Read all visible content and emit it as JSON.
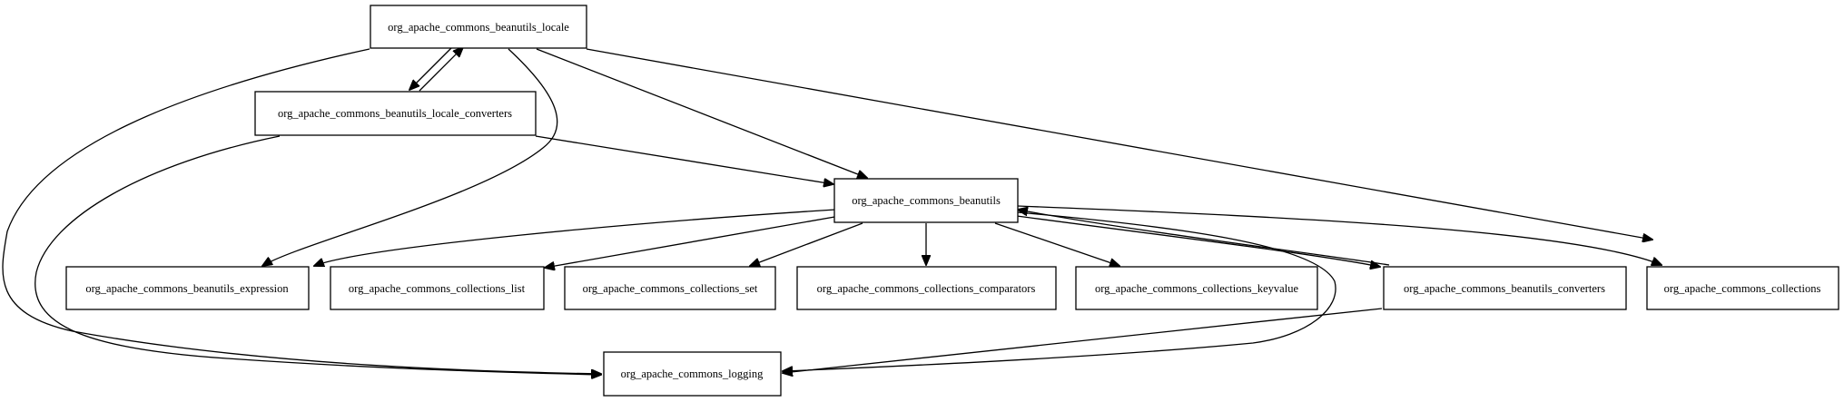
{
  "diagram": {
    "nodes": [
      {
        "id": "locale",
        "label": "org_apache_commons_beanutils_locale"
      },
      {
        "id": "locale_converters",
        "label": "org_apache_commons_beanutils_locale_converters"
      },
      {
        "id": "beanutils",
        "label": "org_apache_commons_beanutils"
      },
      {
        "id": "expression",
        "label": "org_apache_commons_beanutils_expression"
      },
      {
        "id": "list",
        "label": "org_apache_commons_collections_list"
      },
      {
        "id": "set",
        "label": "org_apache_commons_collections_set"
      },
      {
        "id": "comparators",
        "label": "org_apache_commons_collections_comparators"
      },
      {
        "id": "keyvalue",
        "label": "org_apache_commons_collections_keyvalue"
      },
      {
        "id": "converters",
        "label": "org_apache_commons_beanutils_converters"
      },
      {
        "id": "collections",
        "label": "org_apache_commons_collections"
      },
      {
        "id": "logging",
        "label": "org_apache_commons_logging"
      }
    ],
    "edges": [
      {
        "from": "locale",
        "to": "locale_converters"
      },
      {
        "from": "locale_converters",
        "to": "locale"
      },
      {
        "from": "locale",
        "to": "beanutils"
      },
      {
        "from": "locale",
        "to": "collections"
      },
      {
        "from": "locale",
        "to": "expression"
      },
      {
        "from": "locale",
        "to": "logging"
      },
      {
        "from": "locale_converters",
        "to": "beanutils"
      },
      {
        "from": "locale_converters",
        "to": "logging"
      },
      {
        "from": "beanutils",
        "to": "expression"
      },
      {
        "from": "beanutils",
        "to": "list"
      },
      {
        "from": "beanutils",
        "to": "set"
      },
      {
        "from": "beanutils",
        "to": "comparators"
      },
      {
        "from": "beanutils",
        "to": "keyvalue"
      },
      {
        "from": "beanutils",
        "to": "converters"
      },
      {
        "from": "converters",
        "to": "beanutils"
      },
      {
        "from": "beanutils",
        "to": "collections"
      },
      {
        "from": "beanutils",
        "to": "logging"
      },
      {
        "from": "converters",
        "to": "logging"
      }
    ]
  }
}
